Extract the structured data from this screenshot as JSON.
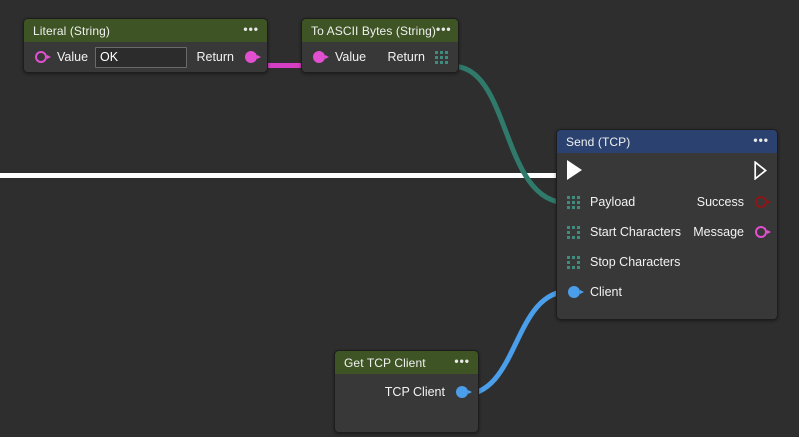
{
  "canvas": {
    "background": "#2e2e2e",
    "node_body_color": "#383838",
    "colors": {
      "header_green": "#3e5425",
      "header_blue": "#2b4270",
      "wire_magenta": "#d63fc4",
      "wire_teal": "#2f7a6a",
      "wire_blue": "#4a9eea",
      "wire_exec_white": "#ffffff",
      "port_magenta": "#e24fd0",
      "port_darkred": "#8e1616",
      "port_blue": "#4a9eea",
      "port_teal": "#3f8b7d"
    }
  },
  "nodes": {
    "literal": {
      "title": "Literal (String)",
      "menu_icon": "•••",
      "inputs": [
        {
          "label": "Value",
          "port_icon": "circle-hollow-magenta-icon"
        }
      ],
      "value_field": {
        "value": "OK",
        "placeholder": ""
      },
      "outputs": [
        {
          "label": "Return",
          "port_icon": "circle-filled-magenta-icon"
        }
      ]
    },
    "ascii": {
      "title": "To ASCII Bytes (String)",
      "menu_icon": "•••",
      "inputs": [
        {
          "label": "Value",
          "port_icon": "circle-filled-magenta-icon"
        }
      ],
      "outputs": [
        {
          "label": "Return",
          "port_icon": "grid-filled-teal-icon"
        }
      ]
    },
    "send": {
      "title": "Send (TCP)",
      "menu_icon": "•••",
      "exec_in_icon": "exec-triangle-filled-icon",
      "exec_out_icon": "exec-triangle-hollow-icon",
      "rows": [
        {
          "input_label": "Payload",
          "input_icon": "grid-filled-teal-icon",
          "output_label": "Success",
          "output_icon": "circle-hollow-darkred-icon"
        },
        {
          "input_label": "Start Characters",
          "input_icon": "grid-hollow-teal-icon",
          "output_label": "Message",
          "output_icon": "circle-hollow-magenta-icon"
        },
        {
          "input_label": "Stop Characters",
          "input_icon": "grid-hollow-teal-icon",
          "output_label": "",
          "output_icon": ""
        },
        {
          "input_label": "Client",
          "input_icon": "circle-filled-blue-icon",
          "output_label": "",
          "output_icon": ""
        }
      ]
    },
    "get_tcp_client": {
      "title": "Get TCP Client",
      "menu_icon": "•••",
      "outputs": [
        {
          "label": "TCP Client",
          "port_icon": "circle-filled-blue-icon"
        }
      ]
    }
  },
  "wires": [
    {
      "name": "literal-return-to-ascii-value",
      "color": "#d63fc4",
      "type": "data"
    },
    {
      "name": "ascii-return-to-send-payload",
      "color": "#2f7a6a",
      "type": "data"
    },
    {
      "name": "get-tcp-client-to-send-client",
      "color": "#4a9eea",
      "type": "data"
    },
    {
      "name": "exec-into-send",
      "color": "#ffffff",
      "type": "exec"
    }
  ]
}
